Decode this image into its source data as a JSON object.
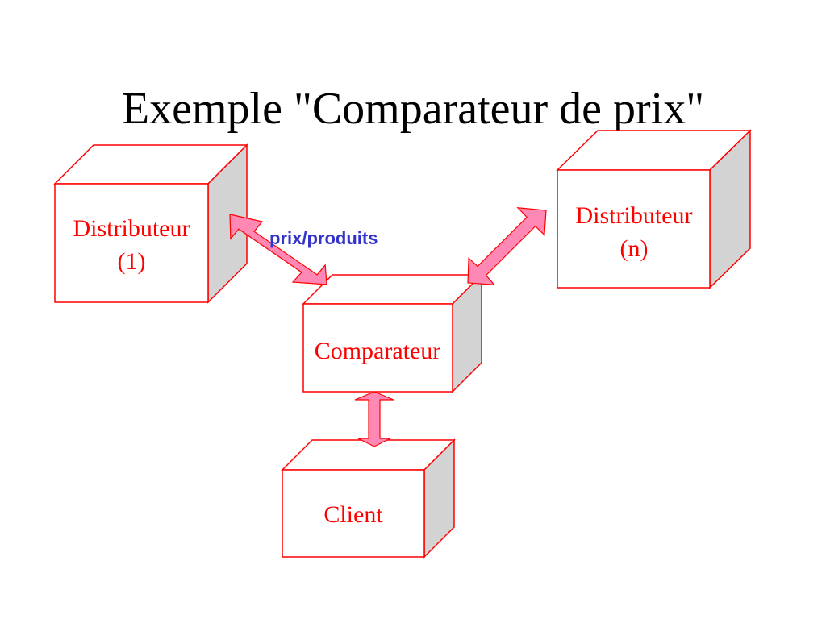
{
  "title": "Exemple \"Comparateur de prix\"",
  "colors": {
    "box_stroke": "#ff0000",
    "box_front": "#ffffff",
    "box_top": "#ffffff",
    "box_side": "#d3d3d3",
    "label": "#ff0000",
    "arrow_fill": "#ff88b4",
    "arrow_stroke": "#ff0000",
    "link_label": "#3333cc"
  },
  "nodes": {
    "distributeur_1": {
      "line1": "Distributeur",
      "line2": "(1)"
    },
    "distributeur_n": {
      "line1": "Distributeur",
      "line2": "(n)"
    },
    "comparateur": {
      "label": "Comparateur"
    },
    "client": {
      "label": "Client"
    }
  },
  "edges": [
    {
      "from": "distributeur_1",
      "to": "comparateur",
      "type": "bidirectional",
      "label": "prix/produits"
    },
    {
      "from": "distributeur_n",
      "to": "comparateur",
      "type": "bidirectional",
      "label": ""
    },
    {
      "from": "client",
      "to": "comparateur",
      "type": "bidirectional",
      "label": ""
    }
  ]
}
